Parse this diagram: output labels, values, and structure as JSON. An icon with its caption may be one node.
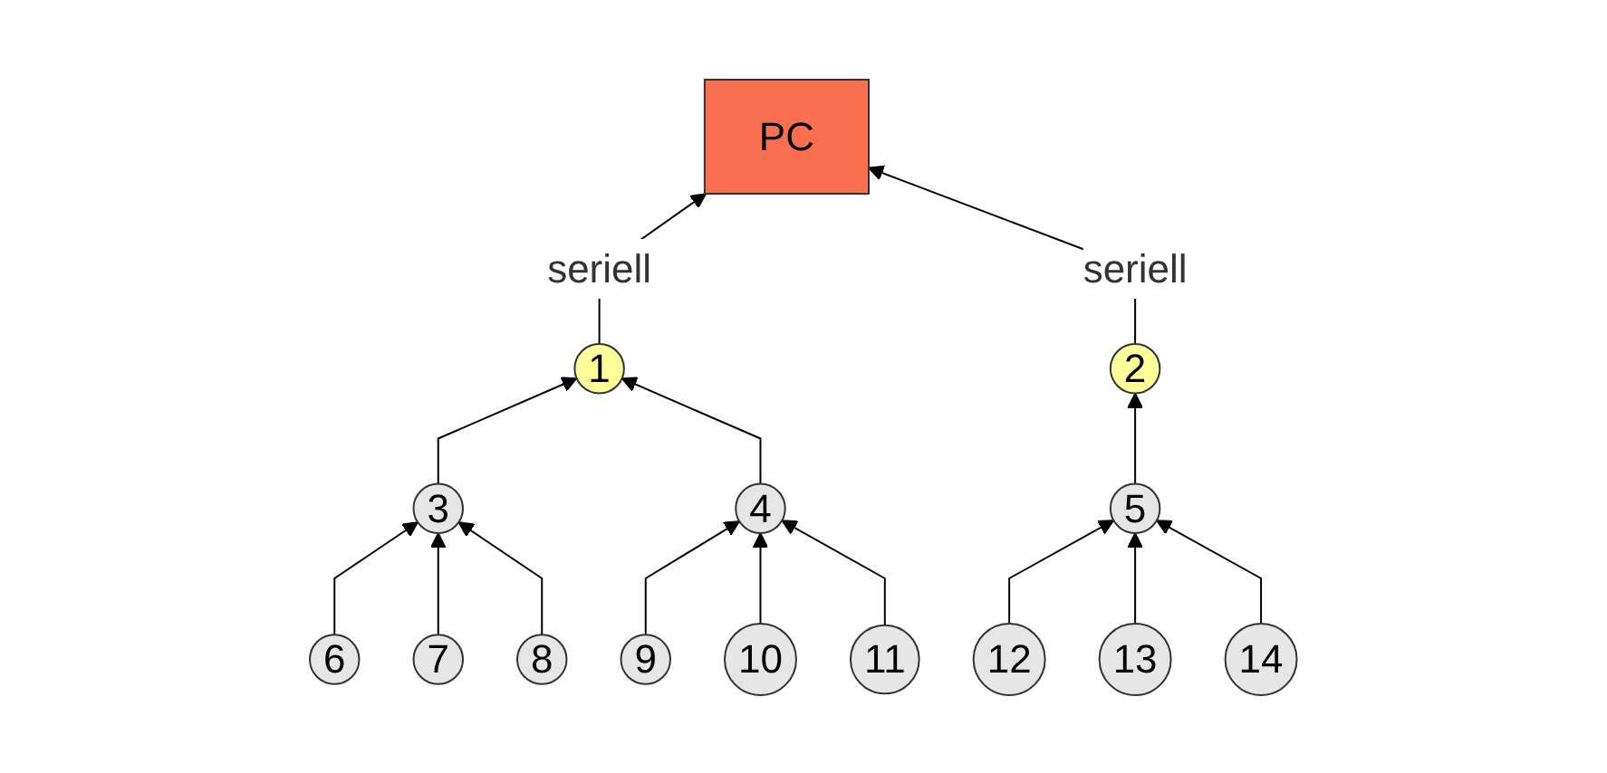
{
  "diagram": {
    "nodes": [
      {
        "text": [
          "PC"
        ]
      },
      {
        "text": [
          "1"
        ]
      },
      {
        "text": [
          "2"
        ]
      },
      {
        "text": [
          "3"
        ]
      },
      {
        "text": [
          "4"
        ]
      },
      {
        "text": [
          "5"
        ]
      },
      {
        "text": [
          "6"
        ]
      },
      {
        "text": [
          "7"
        ]
      },
      {
        "text": [
          "8"
        ]
      },
      {
        "text": [
          "9"
        ]
      },
      {
        "text": [
          "10"
        ]
      },
      {
        "text": [
          "11"
        ]
      },
      {
        "text": [
          "12"
        ]
      },
      {
        "text": [
          "13"
        ]
      },
      {
        "text": [
          "14"
        ]
      }
    ],
    "edges": [
      {
        "from": 1,
        "to": 0,
        "arrow": "to",
        "label": "seriell"
      },
      {
        "from": 2,
        "to": 0,
        "arrow": "to",
        "label": "seriell"
      },
      {
        "from": 3,
        "to": 1,
        "arrow": "to"
      },
      {
        "from": 4,
        "to": 1,
        "arrow": "to"
      },
      {
        "from": 5,
        "to": 2,
        "arrow": "to"
      },
      {
        "from": 6,
        "to": 3,
        "arrow": "to"
      },
      {
        "from": 7,
        "to": 3,
        "arrow": "to"
      },
      {
        "from": 8,
        "to": 3,
        "arrow": "to"
      },
      {
        "from": 9,
        "to": 4,
        "arrow": "to"
      },
      {
        "from": 10,
        "to": 4,
        "arrow": "to"
      },
      {
        "from": 11,
        "to": 4,
        "arrow": "to"
      },
      {
        "from": 12,
        "to": 5,
        "arrow": "to"
      },
      {
        "from": 13,
        "to": 5,
        "arrow": "to"
      },
      {
        "from": 14,
        "to": 5,
        "arrow": "to"
      }
    ]
  }
}
